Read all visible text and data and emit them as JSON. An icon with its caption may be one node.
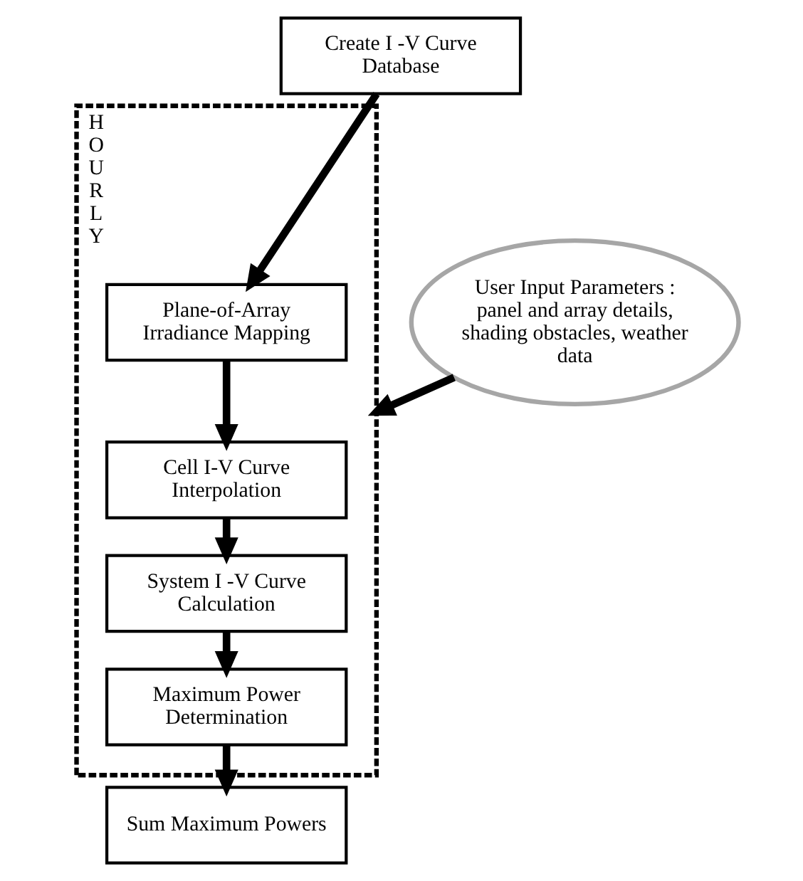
{
  "diagram": {
    "nodes": [
      {
        "text": [
          "Create I -V Curve Database"
        ]
      },
      {
        "text": [
          "HOURLY"
        ]
      },
      {
        "text": [
          "Plane-of-Array Irradiance Mapping"
        ],
        "in": 1
      },
      {
        "text": [
          "Cell I-V Curve Interpolation"
        ],
        "in": 1
      },
      {
        "text": [
          "System I -V Curve Calculation"
        ],
        "in": 1
      },
      {
        "text": [
          "Maximum Power Determination"
        ],
        "in": 1
      },
      {
        "text": [
          "Sum Maximum Powers"
        ]
      },
      {
        "text": [
          "User Input Parameters : panel and array details, shading obstacles, weather data"
        ]
      }
    ],
    "edges": [
      {
        "from": 0,
        "to": 2,
        "arrow": "to"
      },
      {
        "from": 2,
        "to": 3,
        "arrow": "to"
      },
      {
        "from": 3,
        "to": 4,
        "arrow": "to"
      },
      {
        "from": 4,
        "to": 5,
        "arrow": "to"
      },
      {
        "from": 5,
        "to": 6,
        "arrow": "to"
      },
      {
        "from": 7,
        "to": 1,
        "arrow": "to"
      }
    ]
  }
}
